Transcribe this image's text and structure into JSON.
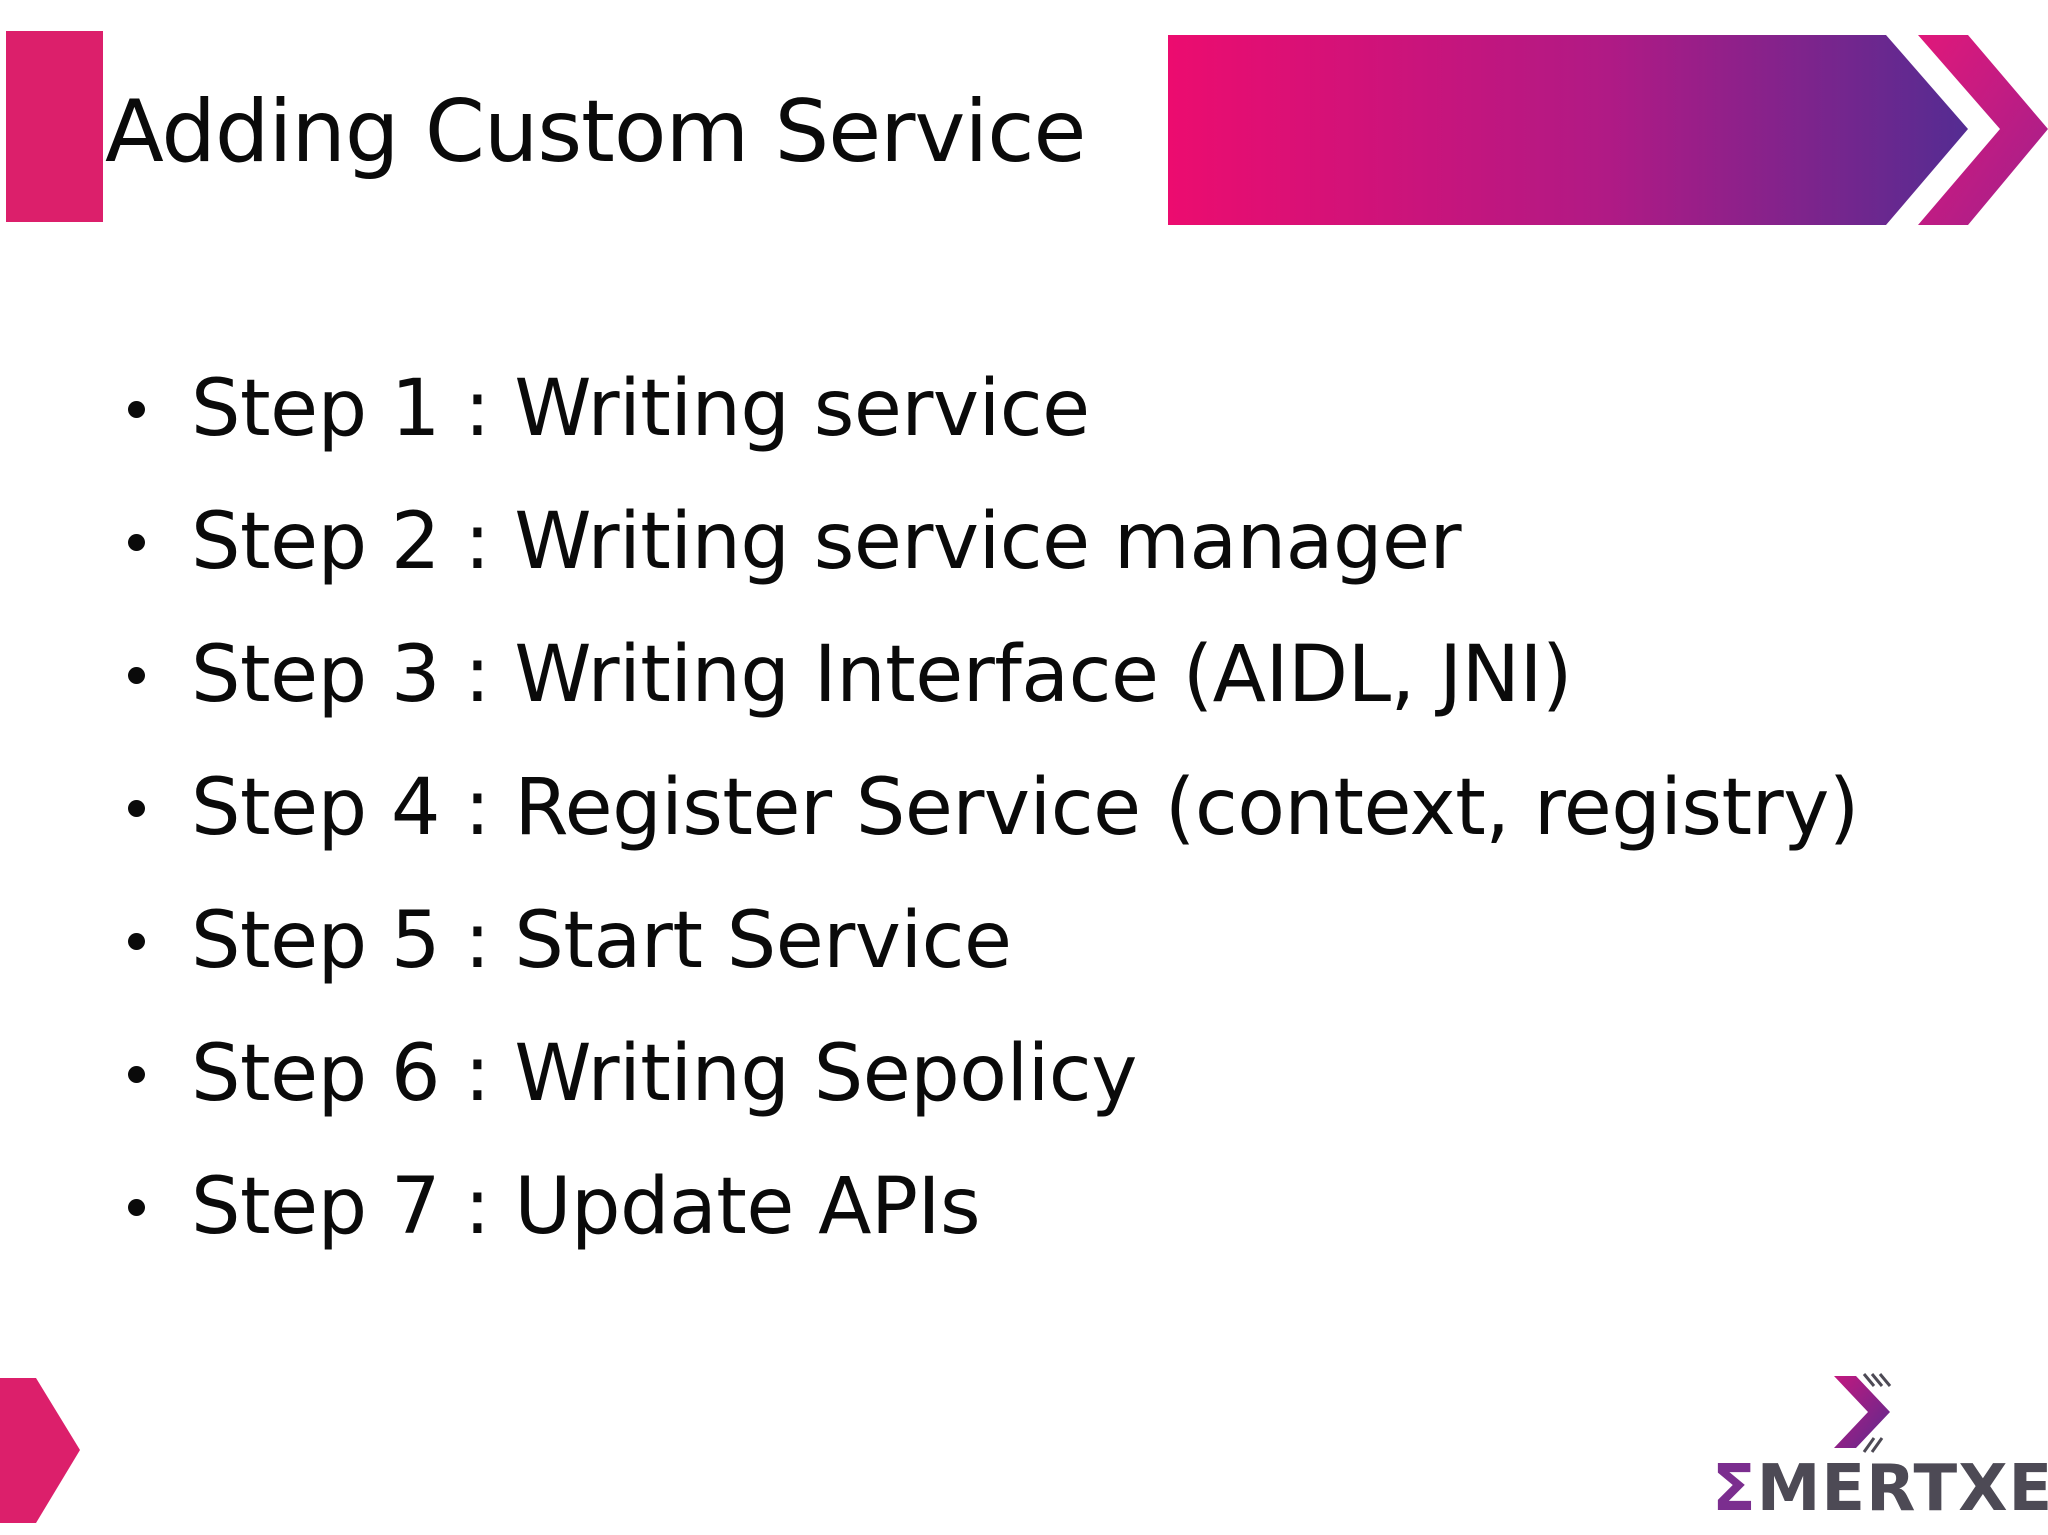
{
  "slide": {
    "title": "Adding Custom Service",
    "steps": [
      "Step 1 : Writing service",
      "Step 2 : Writing service manager",
      "Step 3 : Writing Interface (AIDL, JNI)",
      "Step 4 : Register Service (context, registry)",
      "Step 5 : Start Service",
      "Step 6 : Writing Sepolicy",
      "Step 7 : Update APIs"
    ]
  },
  "logo": {
    "sigma": "Σ",
    "text": "MERTXE"
  },
  "colors": {
    "accent_pink": "#dc1f6b",
    "gradient_start": "#ec0c6f",
    "gradient_end": "#542c92",
    "logo_gray": "#4d4a55",
    "logo_purple": "#7b2e8f"
  },
  "icons": {
    "header_banner": "chevron-arrow-banner",
    "corner_marker": "arrow-corner-marker",
    "logo_mark": "chevron-logo-mark"
  }
}
